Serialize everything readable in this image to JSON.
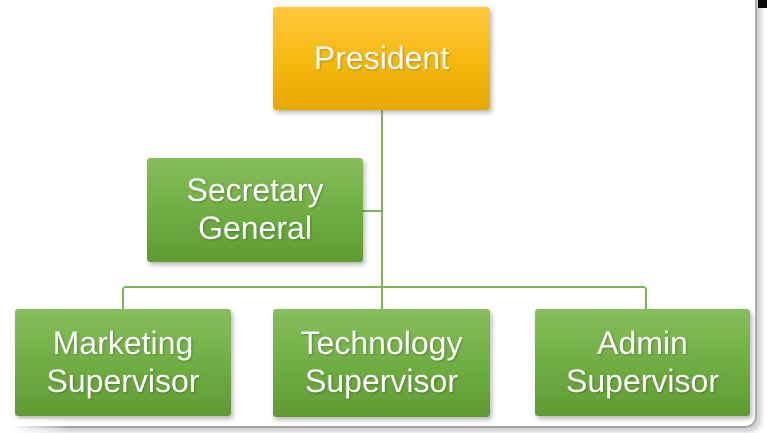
{
  "diagram": {
    "type": "org-chart",
    "nodes": [
      {
        "id": "president",
        "label": "President",
        "level": 1,
        "fill": "#F0B300",
        "text_color": "#FFFFFF"
      },
      {
        "id": "secretary-general",
        "label": "Secretary General",
        "level": 2,
        "fill": "#6FAD43",
        "text_color": "#FFFFFF"
      },
      {
        "id": "marketing-supervisor",
        "label": "Marketing Supervisor",
        "level": 3,
        "fill": "#6FAD43",
        "text_color": "#FFFFFF"
      },
      {
        "id": "technology-supervisor",
        "label": "Technology Supervisor",
        "level": 3,
        "fill": "#6FAD43",
        "text_color": "#FFFFFF"
      },
      {
        "id": "admin-supervisor",
        "label": "Admin Supervisor",
        "level": 3,
        "fill": "#6FAD43",
        "text_color": "#FFFFFF"
      }
    ],
    "edges": [
      {
        "from": "president",
        "to": "secretary-general",
        "style": "assistant"
      },
      {
        "from": "president",
        "to": "marketing-supervisor"
      },
      {
        "from": "president",
        "to": "technology-supervisor"
      },
      {
        "from": "president",
        "to": "admin-supervisor"
      }
    ],
    "connector_color": "#7CB552",
    "frame": {
      "edge_color": "#A6A6A6",
      "corner_mark_color": "#000000"
    }
  }
}
